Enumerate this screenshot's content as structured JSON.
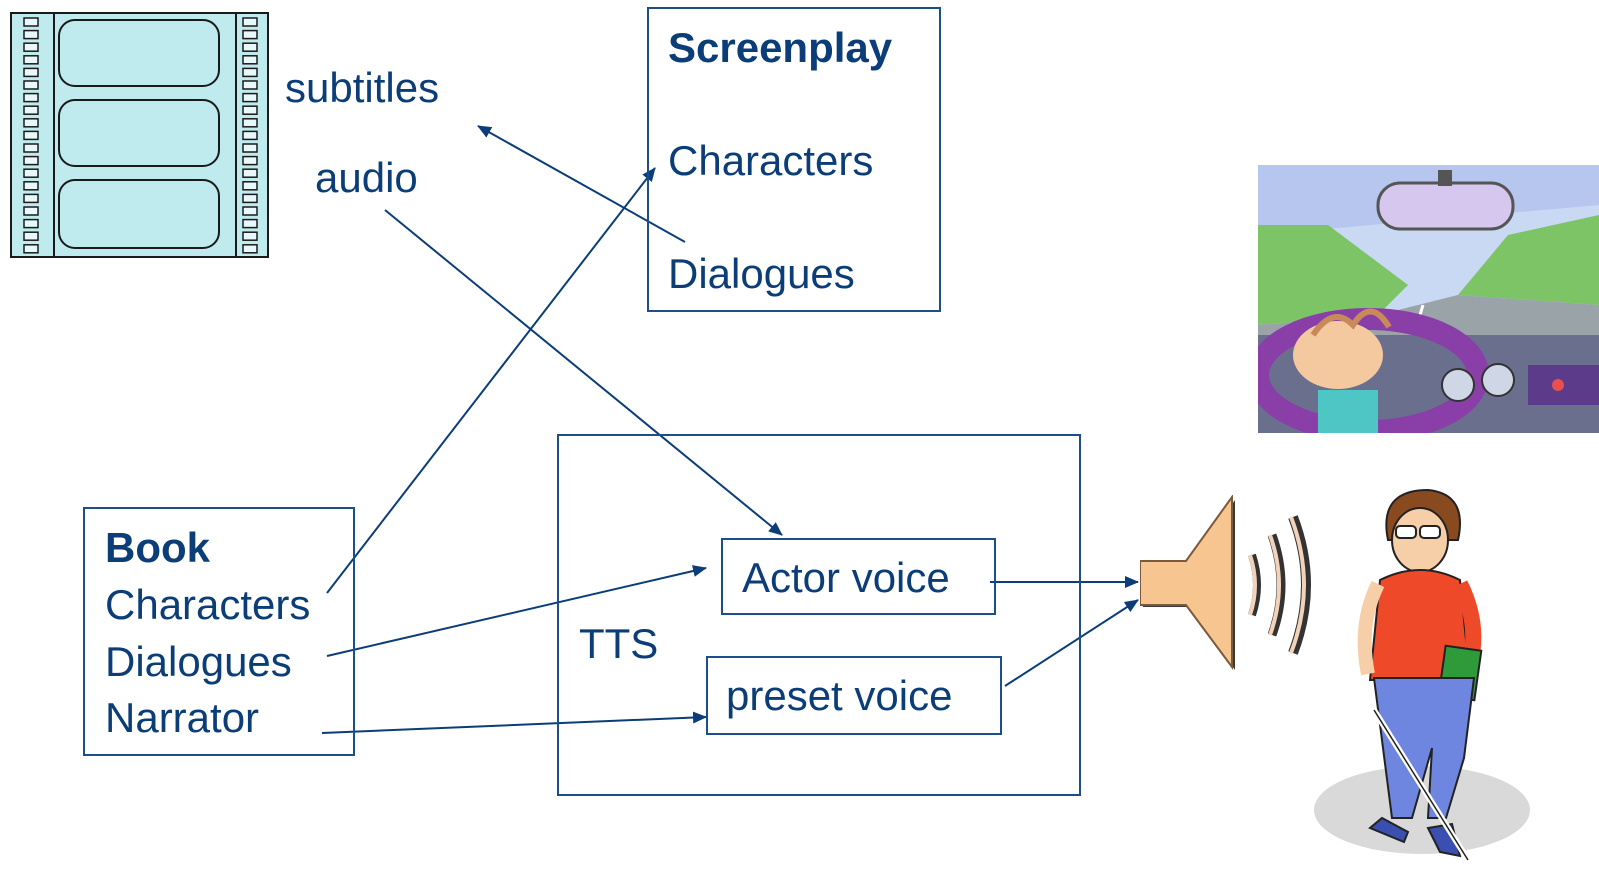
{
  "film": {
    "subtitles_label": "subtitles",
    "audio_label": "audio"
  },
  "screenplay": {
    "title": "Screenplay",
    "characters": "Characters",
    "dialogues": "Dialogues"
  },
  "book": {
    "title": "Book",
    "characters": "Characters",
    "dialogues": "Dialogues",
    "narrator": "Narrator"
  },
  "tts": {
    "label": "TTS",
    "actor_voice": "Actor voice",
    "preset_voice": "preset voice"
  },
  "icons": [
    "film-strip-icon",
    "car-driving-icon",
    "speaker-icon",
    "blind-person-with-cane-icon"
  ],
  "colors": {
    "text": "#0b3d78",
    "box_border": "#1c4f8a",
    "arrow": "#0b3d78"
  }
}
